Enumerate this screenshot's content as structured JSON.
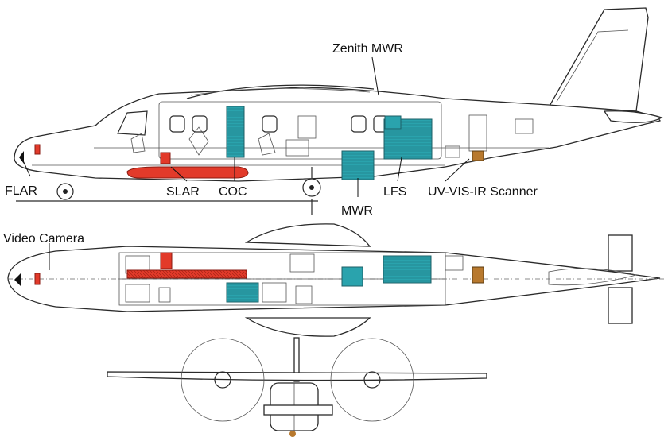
{
  "labels": {
    "zenith_mwr": "Zenith MWR",
    "flar": "FLAR",
    "slar": "SLAR",
    "coc": "COC",
    "mwr": "MWR",
    "lfs": "LFS",
    "uv_vis_ir_scanner": "UV-VIS-IR Scanner",
    "video_camera": "Video Camera"
  },
  "colors": {
    "cyan_equipment": "#2aa3ad",
    "red_equipment": "#e23a2a",
    "brown_equipment": "#b8792e",
    "line": "#2a2a2a"
  }
}
